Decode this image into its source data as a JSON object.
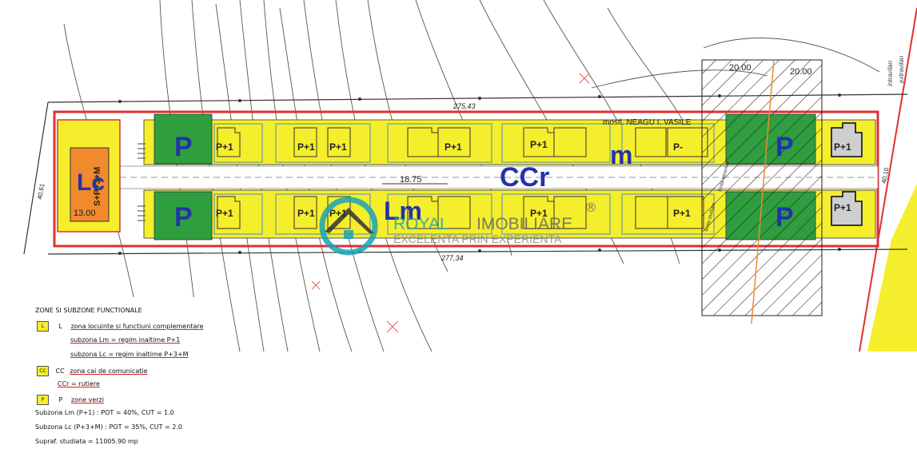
{
  "plan": {
    "owner_label": "mostl. NEAGU I. VASILE",
    "zone_labels": {
      "lc": "Lc",
      "lc_vertical": "S+P+3+M",
      "lc_width": "13.00",
      "ccr": "CCr",
      "lm": "Lm",
      "m": "m",
      "p": "P"
    },
    "house_label": "P+1",
    "house_partial": "P-",
    "dimensions": {
      "top_length": "275,43",
      "bottom_length": "277,34",
      "lot_width": "18.75",
      "left_width": "40,61",
      "right_width": "40,10",
      "strip_a": "20.00",
      "strip_b": "20.00"
    },
    "margin_text": {
      "top_right": "intravilan",
      "top_right_2": "extravilan",
      "strip_1": "limita intravilan",
      "strip_2": "limita studiata"
    }
  },
  "watermark": {
    "brand_a": "ROYAL",
    "brand_b": "IMOBILIARE",
    "reg": "®",
    "slogan": "EXCELENTA PRIN EXPERIENTA"
  },
  "legend": {
    "title": "ZONE SI SUBZONE FUNCTIONALE",
    "l_code": "L",
    "l_text": "zona locuinte si functiuni complementare",
    "lm_text": "subzona Lm = regim inaltime P+1",
    "lc_text": "subzona Lc = regim inaltime P+3+M",
    "cc_code": "CC",
    "cc_text": "zona cai de comunicatie",
    "ccr_text": "CCr = rutiere",
    "p_code": "P",
    "p_text": "zone verzi",
    "pot_lm": "Subzona Lm (P+1)     : POT = 40%, CUT = 1.0",
    "pot_lc": "Subzona Lc (P+3+M) : POT = 35%, CUT = 2.0",
    "supraf": "Supraf. studiata = 11005.90 mp"
  },
  "colors": {
    "lot_yellow": "#f5ee2c",
    "green": "#2e9e3e",
    "orange": "#f08a2c",
    "red_border": "#e03030",
    "zone_blue": "#2233aa",
    "watermark_teal": "#1aa3b8"
  }
}
